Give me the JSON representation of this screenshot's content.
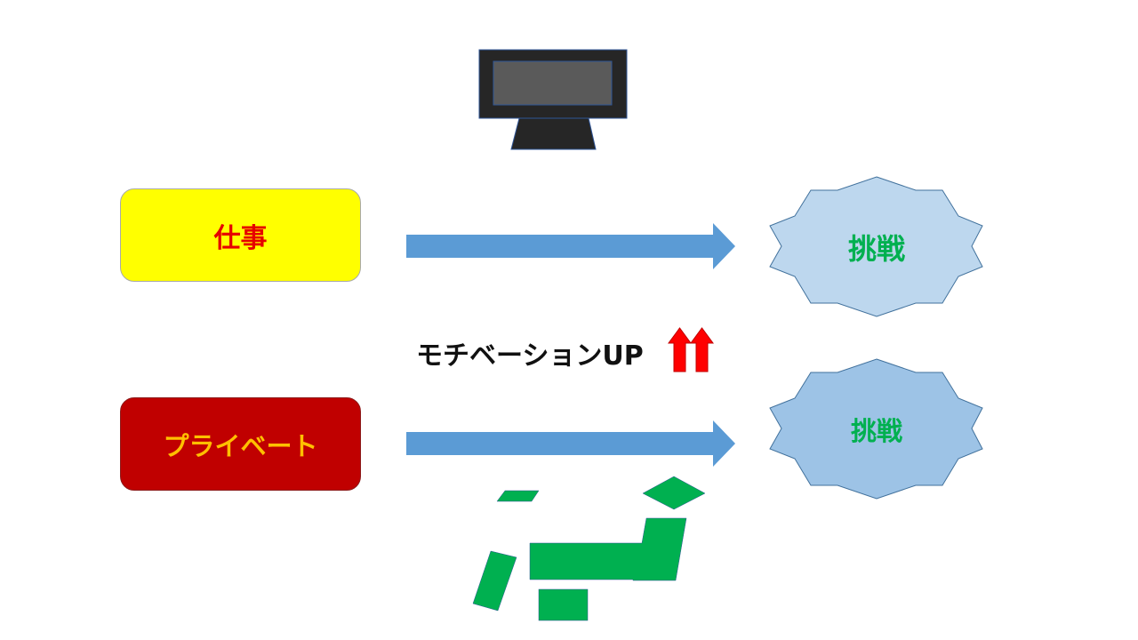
{
  "colors": {
    "work_fill": "#ffff00",
    "work_text": "#e60000",
    "private_fill": "#c00000",
    "private_text": "#ffc000",
    "arrow": "#5b9bd5",
    "star_top": "#bdd7ee",
    "star_bottom": "#9dc3e6",
    "challenge_text": "#00b050",
    "up_arrows": "#ff0000",
    "japan_map": "#00b050",
    "monitor": "#262626"
  },
  "boxes": {
    "work_label": "仕事",
    "private_label": "プライベート"
  },
  "challenges": {
    "top_label": "挑戦",
    "bottom_label": "挑戦"
  },
  "motivation": {
    "text": "モチベーションUP"
  },
  "icons": {
    "monitor": "monitor-icon",
    "up_arrows": "double-up-arrow-icon",
    "japan_map": "japan-map-icon"
  }
}
